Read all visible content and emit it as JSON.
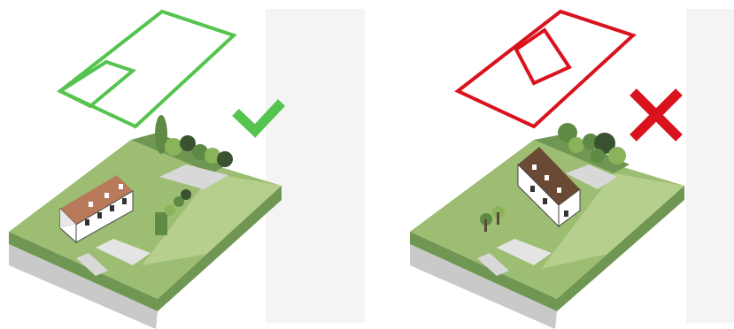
{
  "panels": [
    {
      "id": "correct",
      "verdict": "correct",
      "verdict_icon": "check-icon",
      "accent_color": "#55c44f",
      "roof_color": "#b97a5c"
    },
    {
      "id": "incorrect",
      "verdict": "incorrect",
      "verdict_icon": "cross-icon",
      "accent_color": "#d9131e",
      "roof_color": "#6b4a35"
    }
  ],
  "colors": {
    "grass": "#9cbd72",
    "grass_dark": "#6f9652",
    "field": "#b6cf8d",
    "road": "#c9c9c9",
    "sidewalk": "#e4e4e4",
    "path": "#d8d8d8",
    "wall": "#ffffff",
    "tree_dark": "#3a5230",
    "tree_mid": "#5f8a43",
    "tree_light": "#8ab35a"
  }
}
